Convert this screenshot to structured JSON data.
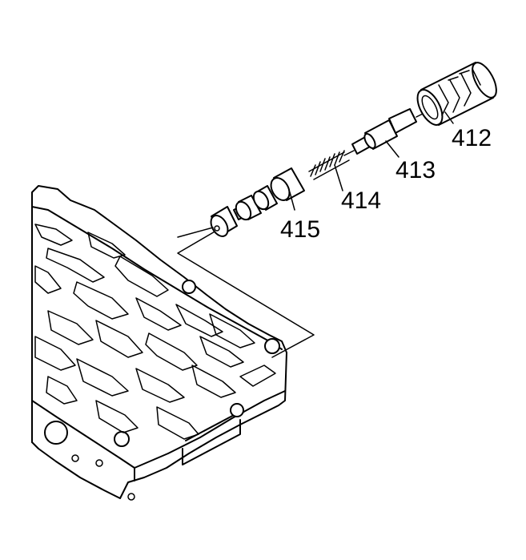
{
  "callouts": [
    {
      "id": "412",
      "text": "412"
    },
    {
      "id": "413",
      "text": "413"
    },
    {
      "id": "414",
      "text": "414"
    },
    {
      "id": "415",
      "text": "415"
    }
  ]
}
